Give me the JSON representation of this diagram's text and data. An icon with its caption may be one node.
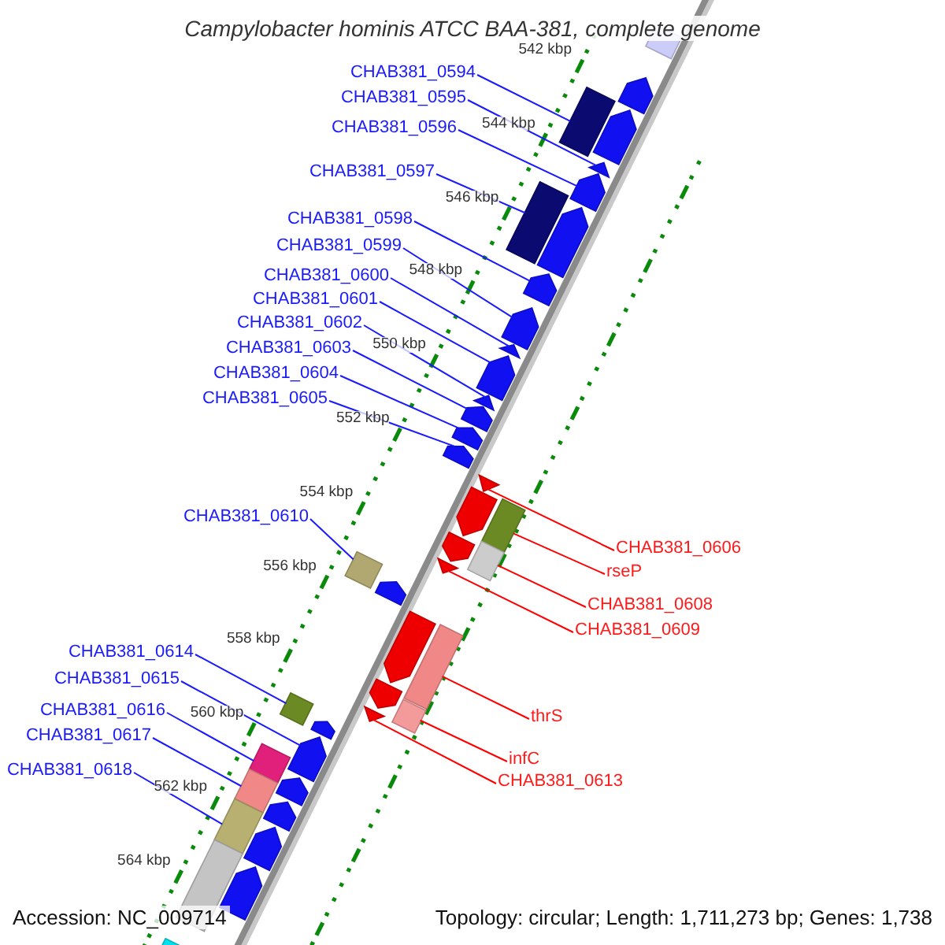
{
  "diagram": {
    "title": "Campylobacter hominis ATCC BAA-381, complete genome",
    "nodes": [
      {
        "text": [
          "CHAB381_0594"
        ]
      },
      {
        "text": [
          "CHAB381_0595"
        ]
      },
      {
        "text": [
          "CHAB381_0596"
        ]
      },
      {
        "text": [
          "CHAB381_0597"
        ]
      },
      {
        "text": [
          "CHAB381_0598"
        ]
      },
      {
        "text": [
          "CHAB381_0599"
        ]
      },
      {
        "text": [
          "CHAB381_0600"
        ]
      },
      {
        "text": [
          "CHAB381_0601"
        ]
      },
      {
        "text": [
          "CHAB381_0602"
        ]
      },
      {
        "text": [
          "CHAB381_0603"
        ]
      },
      {
        "text": [
          "CHAB381_0604"
        ]
      },
      {
        "text": [
          "CHAB381_0605"
        ]
      },
      {
        "text": [
          "CHAB381_0610"
        ]
      },
      {
        "text": [
          "CHAB381_0606"
        ]
      },
      {
        "text": [
          "rseP"
        ]
      },
      {
        "text": [
          "CHAB381_0608"
        ]
      },
      {
        "text": [
          "CHAB381_0609"
        ]
      },
      {
        "text": [
          "CHAB381_0614"
        ]
      },
      {
        "text": [
          "CHAB381_0615"
        ]
      },
      {
        "text": [
          "CHAB381_0616"
        ]
      },
      {
        "text": [
          "thrS"
        ]
      },
      {
        "text": [
          "CHAB381_0617"
        ]
      },
      {
        "text": [
          "infC"
        ]
      },
      {
        "text": [
          "CHAB381_0618"
        ]
      },
      {
        "text": [
          "CHAB381_0613"
        ]
      },
      {
        "text": [],
        "shape": "box"
      },
      {
        "text": [],
        "shape": "arrow"
      },
      {
        "text": [],
        "shape": "box"
      },
      {
        "text": [],
        "shape": "arrow"
      },
      {
        "text": [],
        "shape": "triangle"
      },
      {
        "text": [],
        "shape": "arrow"
      },
      {
        "text": [],
        "shape": "box"
      },
      {
        "text": [],
        "shape": "arrow"
      },
      {
        "text": [],
        "shape": "arrow"
      },
      {
        "text": [],
        "shape": "arrow"
      },
      {
        "text": [],
        "shape": "triangle"
      },
      {
        "text": [],
        "shape": "arrow"
      },
      {
        "text": [],
        "shape": "triangle"
      },
      {
        "text": [],
        "shape": "arrow"
      },
      {
        "text": [],
        "shape": "arrow"
      },
      {
        "text": [],
        "shape": "arrow"
      },
      {
        "text": [],
        "shape": "triangle"
      },
      {
        "text": [],
        "shape": "box"
      },
      {
        "text": [],
        "shape": "arrow"
      },
      {
        "text": [],
        "shape": "box"
      },
      {
        "text": [],
        "shape": "arrow"
      },
      {
        "text": [],
        "shape": "triangle"
      },
      {
        "text": [],
        "shape": "box"
      },
      {
        "text": [],
        "shape": "arrow"
      },
      {
        "text": [],
        "shape": "box"
      },
      {
        "text": [],
        "shape": "arrow"
      },
      {
        "text": [],
        "shape": "arrow"
      },
      {
        "text": [],
        "shape": "box"
      },
      {
        "text": [],
        "shape": "triangle"
      },
      {
        "text": [],
        "shape": "box"
      },
      {
        "text": [],
        "shape": "arrow"
      },
      {
        "text": [],
        "shape": "arrow"
      },
      {
        "text": [],
        "shape": "box"
      },
      {
        "text": [],
        "shape": "arrow"
      },
      {
        "text": [],
        "shape": "box"
      },
      {
        "text": [],
        "shape": "arrow"
      },
      {
        "text": [],
        "shape": "box"
      },
      {
        "text": [],
        "shape": "arrow"
      },
      {
        "text": [],
        "shape": "box"
      },
      {
        "text": [],
        "shape": "arrow"
      },
      {
        "text": [],
        "shape": "box"
      }
    ],
    "edges": [
      {
        "from": 0,
        "to": 27,
        "arrow": "none"
      },
      {
        "from": 1,
        "to": 29,
        "arrow": "none"
      },
      {
        "from": 2,
        "to": 30,
        "arrow": "none"
      },
      {
        "from": 3,
        "to": 31,
        "arrow": "none"
      },
      {
        "from": 4,
        "to": 33,
        "arrow": "none"
      },
      {
        "from": 5,
        "to": 34,
        "arrow": "none"
      },
      {
        "from": 6,
        "to": 35,
        "arrow": "none"
      },
      {
        "from": 7,
        "to": 36,
        "arrow": "none"
      },
      {
        "from": 8,
        "to": 37,
        "arrow": "none"
      },
      {
        "from": 9,
        "to": 38,
        "arrow": "none"
      },
      {
        "from": 10,
        "to": 39,
        "arrow": "none"
      },
      {
        "from": 11,
        "to": 40,
        "arrow": "none"
      },
      {
        "from": 12,
        "to": 47,
        "arrow": "none"
      },
      {
        "from": 13,
        "to": 41,
        "arrow": "none",
        "color": "#ff0000"
      },
      {
        "from": 14,
        "to": 42,
        "arrow": "none",
        "color": "#ff0000"
      },
      {
        "from": 15,
        "to": 44,
        "arrow": "none",
        "color": "#ff0000"
      },
      {
        "from": 16,
        "to": 46,
        "arrow": "none",
        "color": "#ff0000"
      },
      {
        "from": 17,
        "to": 54,
        "arrow": "none"
      },
      {
        "from": 18,
        "to": 56,
        "arrow": "none"
      },
      {
        "from": 19,
        "to": 57,
        "arrow": "none"
      },
      {
        "from": 20,
        "to": 49,
        "arrow": "none",
        "color": "#ff0000"
      },
      {
        "from": 21,
        "to": 59,
        "arrow": "none"
      },
      {
        "from": 22,
        "to": 52,
        "arrow": "none",
        "color": "#ff0000"
      },
      {
        "from": 23,
        "to": 61,
        "arrow": "none"
      },
      {
        "from": 24,
        "to": 53,
        "arrow": "none",
        "color": "#ff0000"
      }
    ],
    "labels": [
      "542 kbp",
      "544 kbp",
      "546 kbp",
      "548 kbp",
      "550 kbp",
      "552 kbp",
      "554 kbp",
      "556 kbp",
      "558 kbp",
      "560 kbp",
      "562 kbp",
      "564 kbp",
      "Accession: NC_009714",
      "Topology: circular; Length: 1,711,273 bp; Genes: 1,738"
    ]
  }
}
